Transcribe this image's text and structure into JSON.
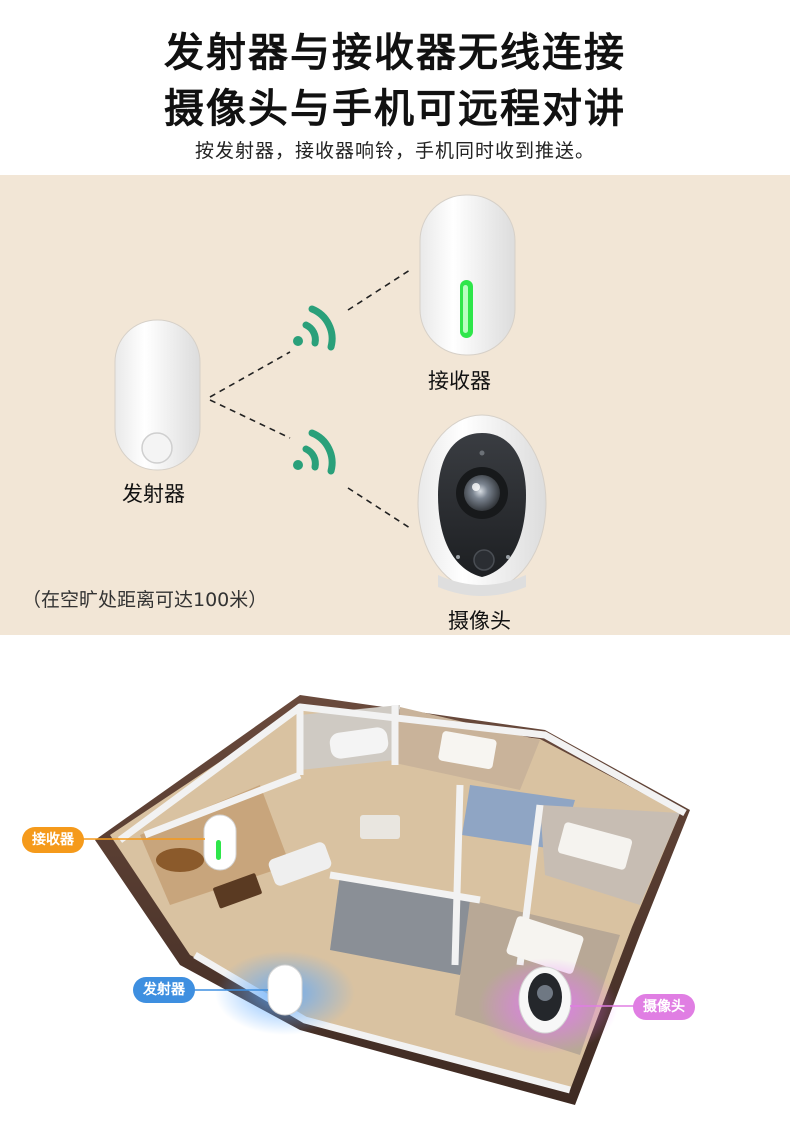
{
  "header": {
    "title_line1": "发射器与接收器无线连接",
    "title_line2": "摄像头与手机可远程对讲",
    "subtitle": "按发射器，接收器响铃，手机同时收到推送。"
  },
  "diagram": {
    "transmitter_label": "发射器",
    "receiver_label": "接收器",
    "camera_label": "摄像头",
    "range_note": "（在空旷处距离可达100米）",
    "colors": {
      "background": "#f2e6d6",
      "signal": "#2aa07a",
      "led": "#2ee64a"
    }
  },
  "scene": {
    "receiver_tag": "接收器",
    "transmitter_tag": "发射器",
    "camera_tag": "摄像头",
    "colors": {
      "receiver": "#f59a1b",
      "transmitter": "#3e8fe0",
      "camera": "#e07ee3"
    }
  }
}
